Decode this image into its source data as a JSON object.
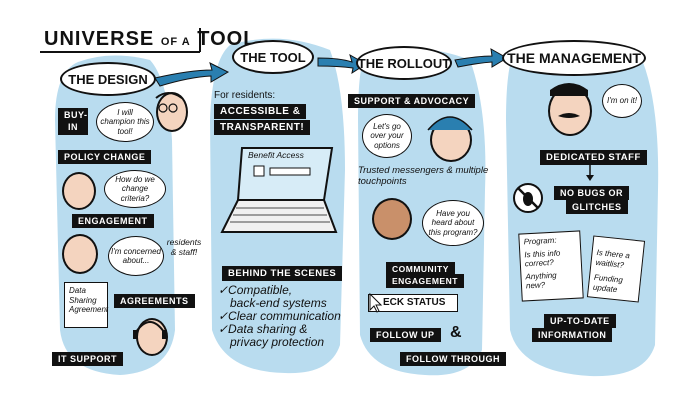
{
  "header": {
    "title_part1": "UNIVERSE",
    "title_part2": "OF A",
    "title_part3": "TOOL"
  },
  "columns": {
    "design": {
      "title": "THE DESIGN",
      "buy_in": "BUY-IN",
      "champion_quote": "I will champion this tool!",
      "policy_change": "POLICY CHANGE",
      "criteria_quote": "How do we change criteria?",
      "engagement": "ENGAGEMENT",
      "concerned_quote": "I'm concerned about...",
      "residents_staff": "residents & staff!",
      "doc_label": "Data Sharing Agreement",
      "agreements": "AGREEMENTS",
      "it_support": "IT SUPPORT"
    },
    "tool": {
      "title": "THE TOOL",
      "for_residents": "For residents:",
      "accessible": "ACCESSIBLE &",
      "transparent": "TRANSPARENT!",
      "screen_text": "Benefit Access",
      "behind_scenes": "BEHIND THE SCENES",
      "checklist": [
        "✓Compatible,",
        "back-end systems",
        "✓Clear communication",
        "✓Data sharing &",
        "privacy protection"
      ]
    },
    "rollout": {
      "title": "THE ROLLOUT",
      "support": "SUPPORT & ADVOCACY",
      "options_quote": "Let's go over your options",
      "trusted_note": "Trusted messengers & multiple touchpoints",
      "heard_quote": "Have you heard about this program?",
      "community": "COMMUNITY",
      "engagement": "ENGAGEMENT",
      "check_status": "ECK STATUS",
      "follow_up": "FOLLOW UP",
      "ampersand": "&",
      "follow_through": "FOLLOW THROUGH"
    },
    "management": {
      "title": "THE MANAGEMENT",
      "on_it_quote": "I'm on it!",
      "dedicated_staff": "DEDICATED STAFF",
      "no_bugs_1": "NO BUGS OR",
      "no_bugs_2": "GLITCHES",
      "doc1_line1": "Program:",
      "doc1_line2": "Is this info correct?",
      "doc1_line3": "Anything new?",
      "doc2_line1": "Is there a waitlist?",
      "doc2_line2": "Funding update",
      "up_to_date_1": "UP-TO-DATE",
      "up_to_date_2": "INFORMATION"
    }
  },
  "colors": {
    "panel_blue": "#b9dcef",
    "ink": "#111111",
    "skin": "#f4d4bf",
    "arrow_blue": "#2a7fb0"
  },
  "icons": [
    "arrow-right-icon",
    "laptop-icon",
    "bug-icon",
    "no-symbol-icon",
    "cursor-icon",
    "headset-icon"
  ]
}
